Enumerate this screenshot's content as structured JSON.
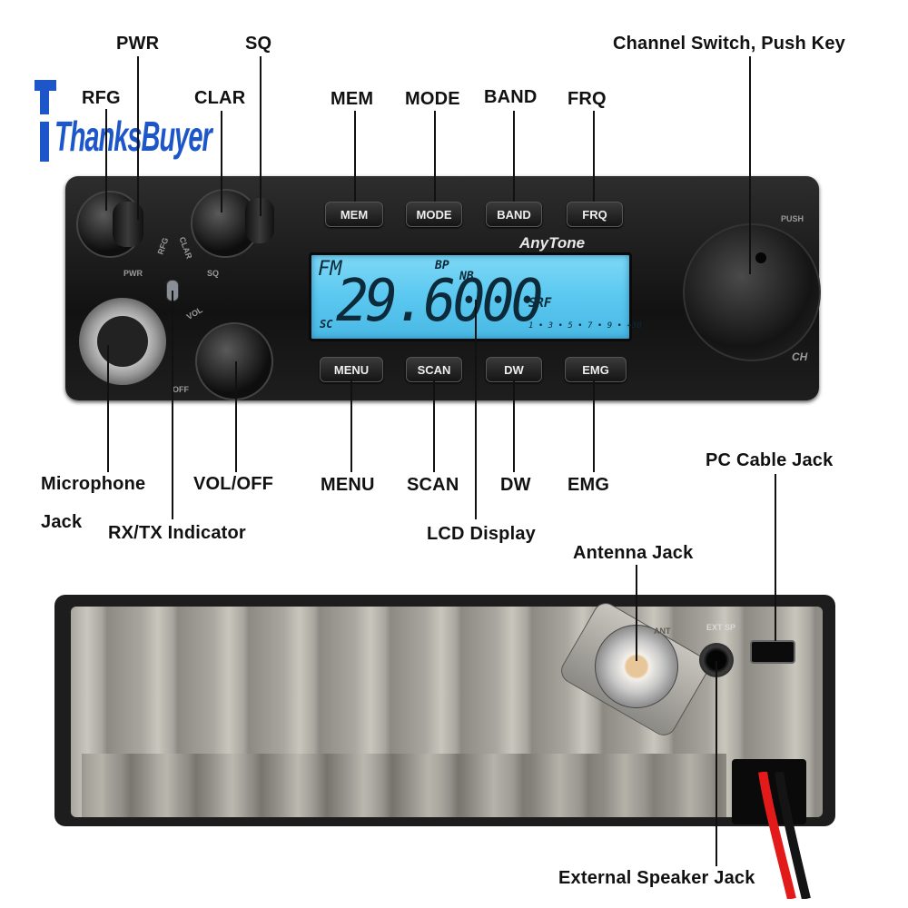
{
  "brand_watermark": "ThanksBuyer",
  "radio_brand": "AnyTone",
  "front_panel": {
    "buttons_top": [
      "MEM",
      "MODE",
      "BAND",
      "FRQ"
    ],
    "buttons_bottom": [
      "MENU",
      "SCAN",
      "DW",
      "EMG"
    ],
    "knob_labels": {
      "pwr": "PWR",
      "rfg": "RFG",
      "clar": "CLAR",
      "sq": "SQ",
      "vol": "VOL",
      "off": "OFF",
      "push": "PUSH",
      "ch": "CH"
    },
    "lcd": {
      "frequency": "29.6000",
      "mode": "FM",
      "bp": "BP",
      "nb": "NB",
      "sc": "SC",
      "srf": "SRF",
      "meter_scale": "1 • 3 • 5 • 7 • 9 • +30",
      "backlight": "#5ac8f0"
    }
  },
  "rear_panel": {
    "ant_label": "ANT",
    "ext_label": "EXT SP"
  },
  "callouts": {
    "pwr": "PWR",
    "sq": "SQ",
    "rfg": "RFG",
    "clar": "CLAR",
    "mem": "MEM",
    "mode": "MODE",
    "band": "BAND",
    "frq": "FRQ",
    "channel_switch": "Channel Switch, Push Key",
    "microphone_jack_1": "Microphone",
    "microphone_jack_2": "Jack",
    "rx_tx": "RX/TX Indicator",
    "vol_off": "VOL/OFF",
    "menu": "MENU",
    "scan": "SCAN",
    "dw": "DW",
    "emg": "EMG",
    "lcd": "LCD Display",
    "pc_cable": "PC Cable Jack",
    "antenna": "Antenna Jack",
    "ext_speaker": "External Speaker Jack"
  }
}
